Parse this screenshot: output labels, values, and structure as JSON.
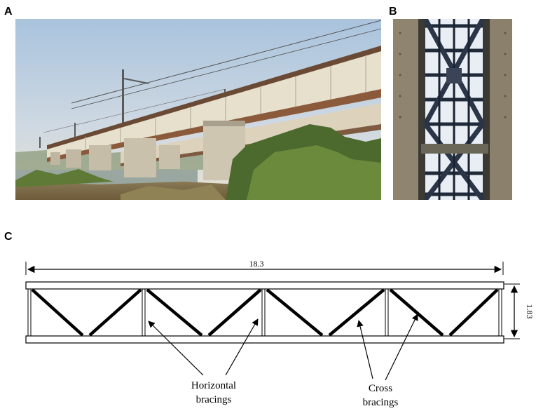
{
  "panels": {
    "a": {
      "letter": "A",
      "description_icon": "bridge-photo"
    },
    "b": {
      "letter": "B",
      "description_icon": "bracing-closeup-photo"
    },
    "c": {
      "letter": "C"
    }
  },
  "diagram": {
    "span_dimension": "18.3",
    "depth_dimension": "1.83",
    "callouts": {
      "horizontal_line1": "Horizontal",
      "horizontal_line2": "bracings",
      "cross_line1": "Cross",
      "cross_line2": "bracings"
    }
  },
  "colors": {
    "sky_top": "#b7cde3",
    "sky_bottom": "#e6e4dc",
    "girder": "#e9e2cf",
    "pier": "#d4cbb9",
    "vegetation": "#5f7a3a",
    "steel_dark": "#1e2a3a"
  }
}
